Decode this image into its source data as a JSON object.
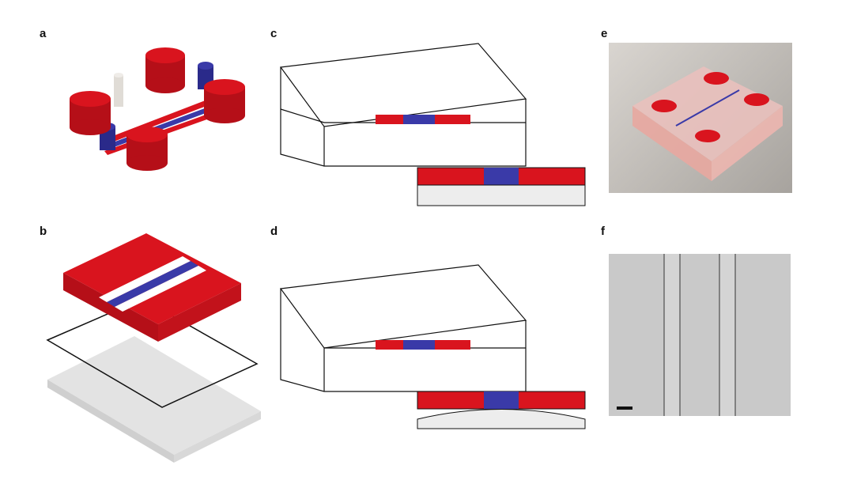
{
  "figure": {
    "panels": [
      {
        "id": "a",
        "label": "a"
      },
      {
        "id": "b",
        "label": "b"
      },
      {
        "id": "c",
        "label": "c"
      },
      {
        "id": "d",
        "label": "d"
      },
      {
        "id": "e",
        "label": "e"
      },
      {
        "id": "f",
        "label": "f"
      }
    ]
  },
  "colors": {
    "red": "#d9141e",
    "blue": "#3a3aa8",
    "grey": "#e6e6e6",
    "outline": "#111111"
  }
}
